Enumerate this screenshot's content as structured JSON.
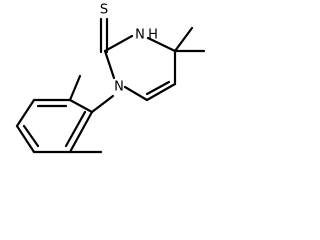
{
  "molecule": {
    "atoms": {
      "sulfur": "S",
      "nitrogen_top": "N",
      "hydrogen_on_nitrogen": "H",
      "nitrogen_ring": "N"
    }
  }
}
